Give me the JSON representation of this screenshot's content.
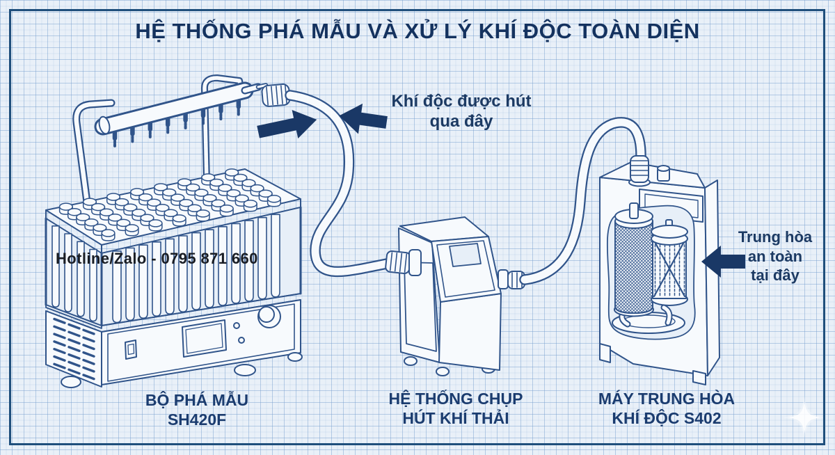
{
  "title": "HỆ THỐNG PHÁ MẪU VÀ XỬ LÝ KHÍ ĐỘC TOÀN DIỆN",
  "contact": {
    "hotline": "Hotline/Zalo - 0795 871 660"
  },
  "annotations": {
    "suction": {
      "line1": "Khí độc được hút",
      "line2": "qua đây"
    },
    "neutralize": {
      "line1": "Trung hòa",
      "line2": "an toàn",
      "line3": "tại đây"
    }
  },
  "device_labels": {
    "digester": {
      "line1": "BỘ PHÁ MẪU",
      "line2": "SH420F"
    },
    "fume_extractor": {
      "line1": "HỆ THỐNG CHỤP",
      "line2": "HÚT KHÍ THẢI"
    },
    "neutralizer": {
      "line1": "MÁY TRUNG HÒA",
      "line2": "KHÍ ĐỘC S402"
    }
  },
  "icons": {
    "flow_in": "flow-arrow-right-icon",
    "suction_pointer": "suction-arrow-left-icon",
    "neutralize_pointer": "neutralize-arrow-left-icon",
    "logo": "sparkle-logo-icon"
  },
  "colors": {
    "background": "#e9f0f8",
    "grid_minor": "rgba(136,172,214,0.18)",
    "grid_major": "rgba(120,160,208,0.40)",
    "frame": "#1f4f7c",
    "line_art": "#30548a",
    "paper": "#f7fafd",
    "inner_panel": "#e7eff8",
    "title_text": "#14325f",
    "label_text": "#1b3c6f",
    "annotation_text": "#1c3a63",
    "hotline_text": "#191d24",
    "arrow": "#1a3866",
    "sparkle": "#ffffff"
  }
}
